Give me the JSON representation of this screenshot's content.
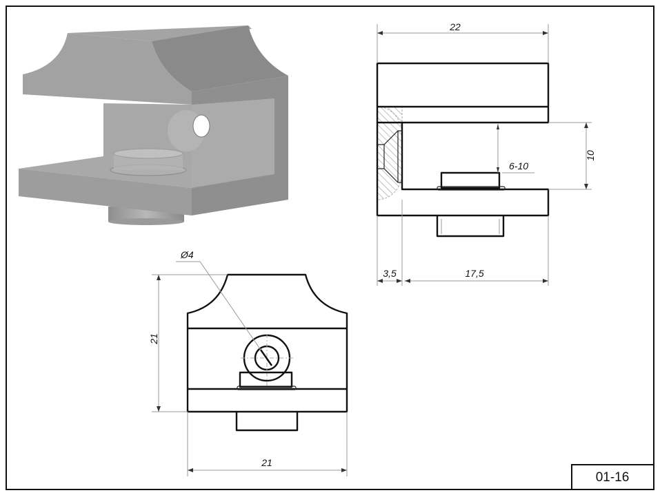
{
  "drawing": {
    "code": "01-16",
    "side_view": {
      "overall_length": "22",
      "gap_height": "10",
      "glass_thickness": "6-10",
      "wall_thickness": "3,5",
      "inner_depth": "17,5"
    },
    "front_view": {
      "hole_diameter": "Ø4",
      "height": "21",
      "width": "21"
    }
  },
  "colors": {
    "line": "#111111",
    "dimension": "#9a9a9a",
    "model_gray": "#9c9c9c"
  }
}
